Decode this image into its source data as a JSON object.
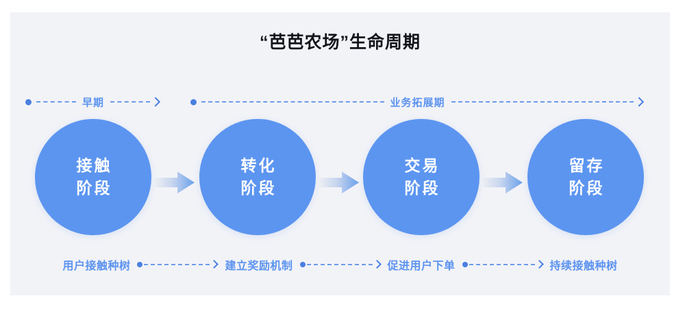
{
  "page": {
    "title": "“芭芭农场”生命周期",
    "background_color": "#ffffff",
    "card_color": "#f2f3f7",
    "accent_color": "#5c95f0",
    "accent_text_color": "#5c93ef",
    "dot_color": "#4a7fe0",
    "title_color": "#12141a"
  },
  "phases": [
    {
      "label": "早期"
    },
    {
      "label": "业务拓展期"
    }
  ],
  "stages": [
    {
      "line1": "接触",
      "line2": "阶段"
    },
    {
      "line1": "转化",
      "line2": "阶段"
    },
    {
      "line1": "交易",
      "line2": "阶段"
    },
    {
      "line1": "留存",
      "line2": "阶段"
    }
  ],
  "activities": [
    {
      "label": "用户接触种树"
    },
    {
      "label": "建立奖励机制"
    },
    {
      "label": "促进用户下单"
    },
    {
      "label": "持续接触种树"
    }
  ],
  "icons": {
    "chevron_arrow": "chevron-right-arrow",
    "gradient_block_arrow": "gradient-block-arrow",
    "rail_start_dot": "rail-start-dot"
  }
}
